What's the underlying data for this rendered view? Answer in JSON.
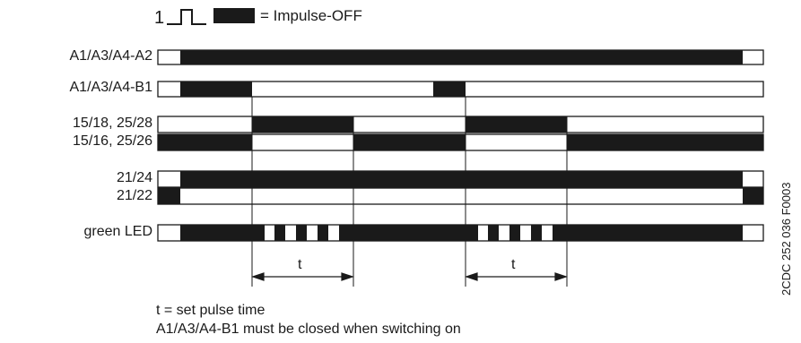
{
  "legend": {
    "number": "1",
    "text": "= Impulse-OFF",
    "pulse_icon": "pulse-waveform-icon"
  },
  "rows": [
    {
      "label": "A1/A3/A4-A2"
    },
    {
      "label": "A1/A3/A4-B1"
    },
    {
      "label": "15/18, 25/28"
    },
    {
      "label": "15/16, 25/26"
    },
    {
      "label": "21/24"
    },
    {
      "label": "21/22"
    },
    {
      "label": "green LED"
    }
  ],
  "timing": {
    "t_label": "t"
  },
  "notes": {
    "line1": "t = set pulse time",
    "line2": "A1/A3/A4-B1 must be closed when switching on"
  },
  "document_code": "2CDC 252 036 F0003",
  "colors": {
    "ink": "#1a1a1a",
    "background": "#ffffff"
  }
}
